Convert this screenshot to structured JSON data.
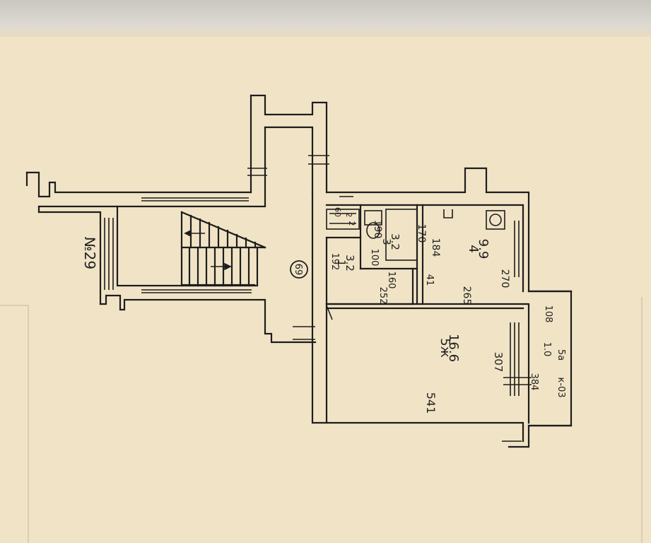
{
  "plan": {
    "floor_label": "№29",
    "section_number": "69",
    "rooms": [
      {
        "id": "1",
        "area": "3.2",
        "name": "room-1-hall",
        "dims": [
          "192",
          "100",
          "252"
        ]
      },
      {
        "id": "2",
        "area": "",
        "name": "room-2-wc",
        "dims": [
          "60",
          "2"
        ]
      },
      {
        "id": "3",
        "area": "3.2",
        "name": "room-3-bath",
        "dims": [
          "190",
          "170",
          "160"
        ]
      },
      {
        "id": "4",
        "area": "9.9",
        "name": "room-4-kitchen",
        "dims": [
          "184",
          "270",
          "265",
          "41"
        ]
      },
      {
        "id": "5ж",
        "area": "16.6",
        "name": "room-5-living",
        "dims": [
          "541",
          "307"
        ]
      },
      {
        "id": "5а",
        "area": "1.0",
        "name": "room-5a-balcony",
        "dims": [
          "108",
          "384",
          "к-03"
        ]
      }
    ]
  }
}
